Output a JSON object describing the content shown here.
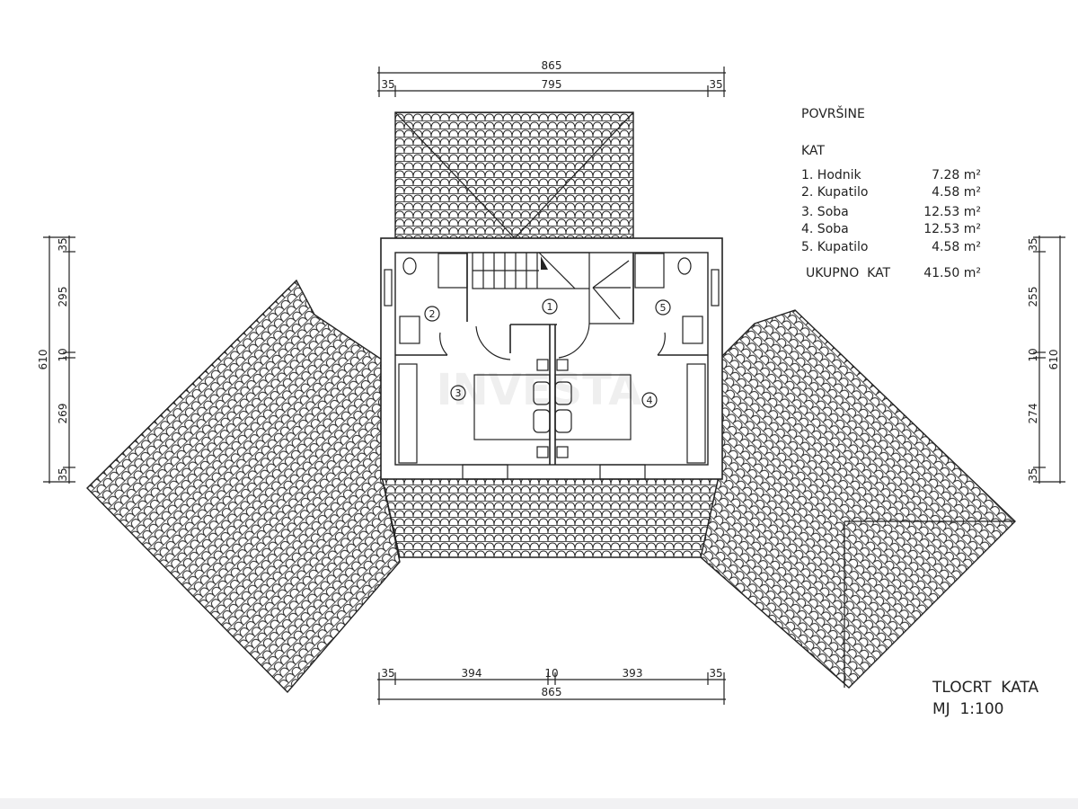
{
  "dimensions": {
    "top_total": "865",
    "top_inner": "795",
    "top_left_eave": "35",
    "top_right_eave": "35",
    "bottom_left_eave": "35",
    "bottom_left_room": "394",
    "bottom_wall": "10",
    "bottom_right_room": "393",
    "bottom_right_eave": "35",
    "bottom_total": "865",
    "left_total": "610",
    "left_top_eave": "35",
    "left_upper": "295",
    "left_wall": "10",
    "left_lower": "269",
    "left_bottom_eave": "35",
    "right_total": "610",
    "right_top_eave": "35",
    "right_upper": "255",
    "right_wall": "10",
    "right_lower": "274",
    "right_bottom_eave": "35"
  },
  "areas": {
    "title": "POVRŠINE",
    "floor": "KAT",
    "rows": [
      {
        "name": "1. Hodnik",
        "value": "7.28 m²"
      },
      {
        "name": "2. Kupatilo",
        "value": "4.58 m²"
      },
      {
        "name": "3. Soba",
        "value": "12.53 m²"
      },
      {
        "name": "4. Soba",
        "value": "12.53 m²"
      },
      {
        "name": "5. Kupatilo",
        "value": "4.58 m²"
      }
    ],
    "total_label": "UKUPNO  KAT",
    "total_value": "41.50 m²"
  },
  "room_markers": [
    "1",
    "2",
    "3",
    "4",
    "5"
  ],
  "plan_title": "TLOCRT  KATA",
  "scale": "MJ  1:100",
  "watermark": "INVESTA"
}
